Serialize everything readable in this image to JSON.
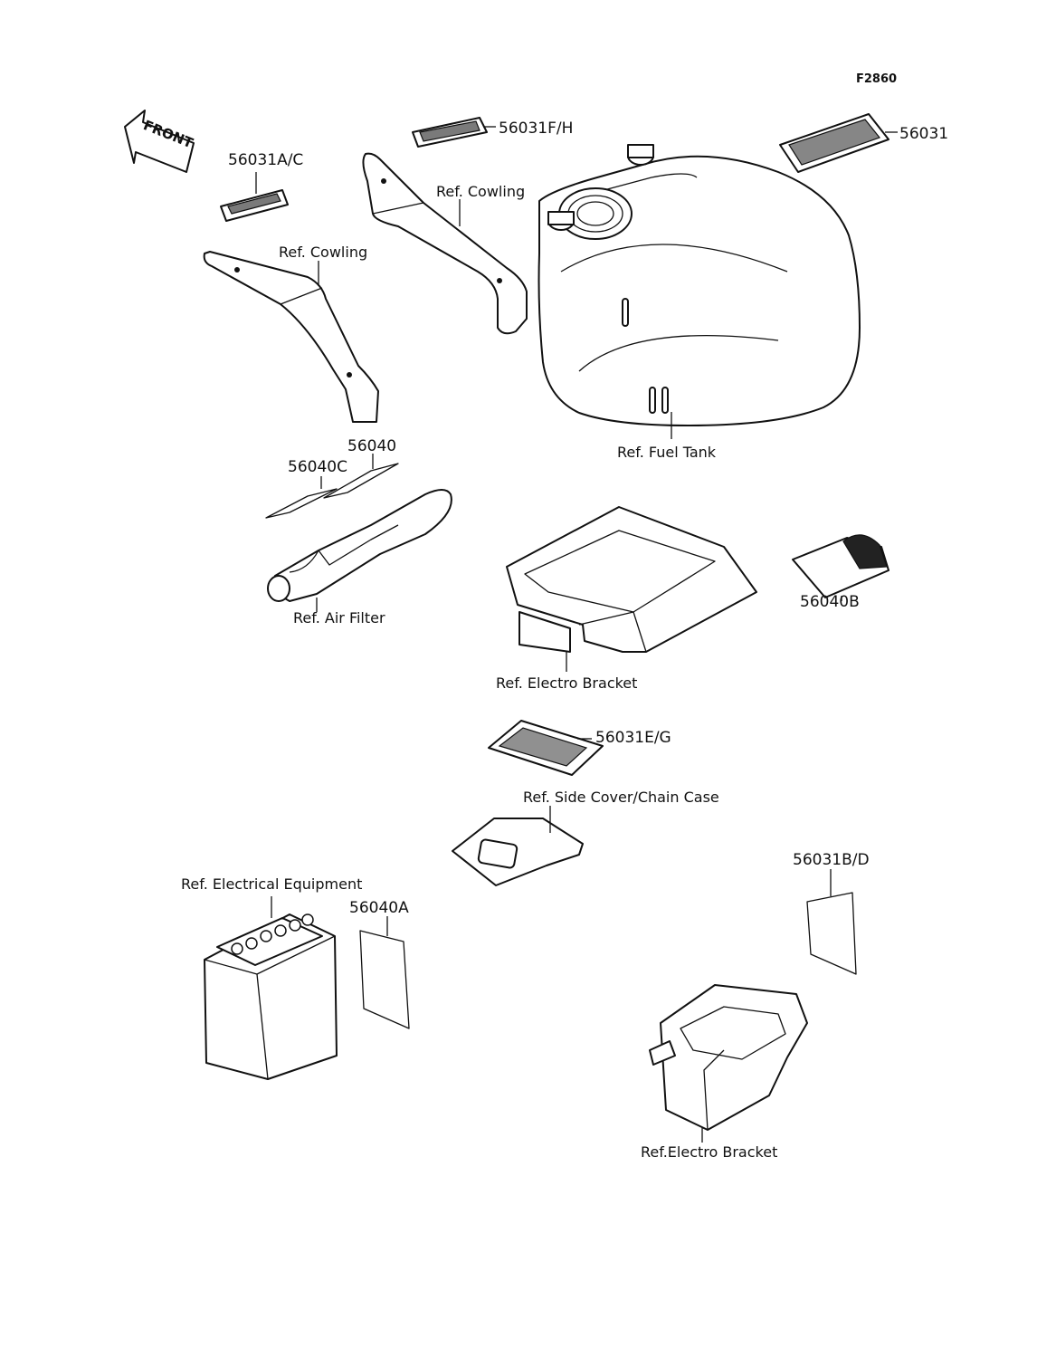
{
  "figure_code": "F2860",
  "front_label": "FRONT",
  "parts": {
    "p56031": "56031",
    "p56031ac": "56031A/C",
    "p56031fh": "56031F/H",
    "p56040": "56040",
    "p56040c": "56040C",
    "p56040b": "56040B",
    "p56031eg": "56031E/G",
    "p56031bd": "56031B/D",
    "p56040a": "56040A"
  },
  "refs": {
    "cowling_upper": "Ref. Cowling",
    "cowling_lower": "Ref. Cowling",
    "fuel_tank": "Ref. Fuel Tank",
    "air_filter": "Ref. Air Filter",
    "electro_bracket_mid": "Ref. Electro Bracket",
    "side_cover": "Ref. Side Cover/Chain Case",
    "electrical_equipment": "Ref. Electrical Equipment",
    "electro_bracket_low": "Ref.Electro Bracket"
  }
}
